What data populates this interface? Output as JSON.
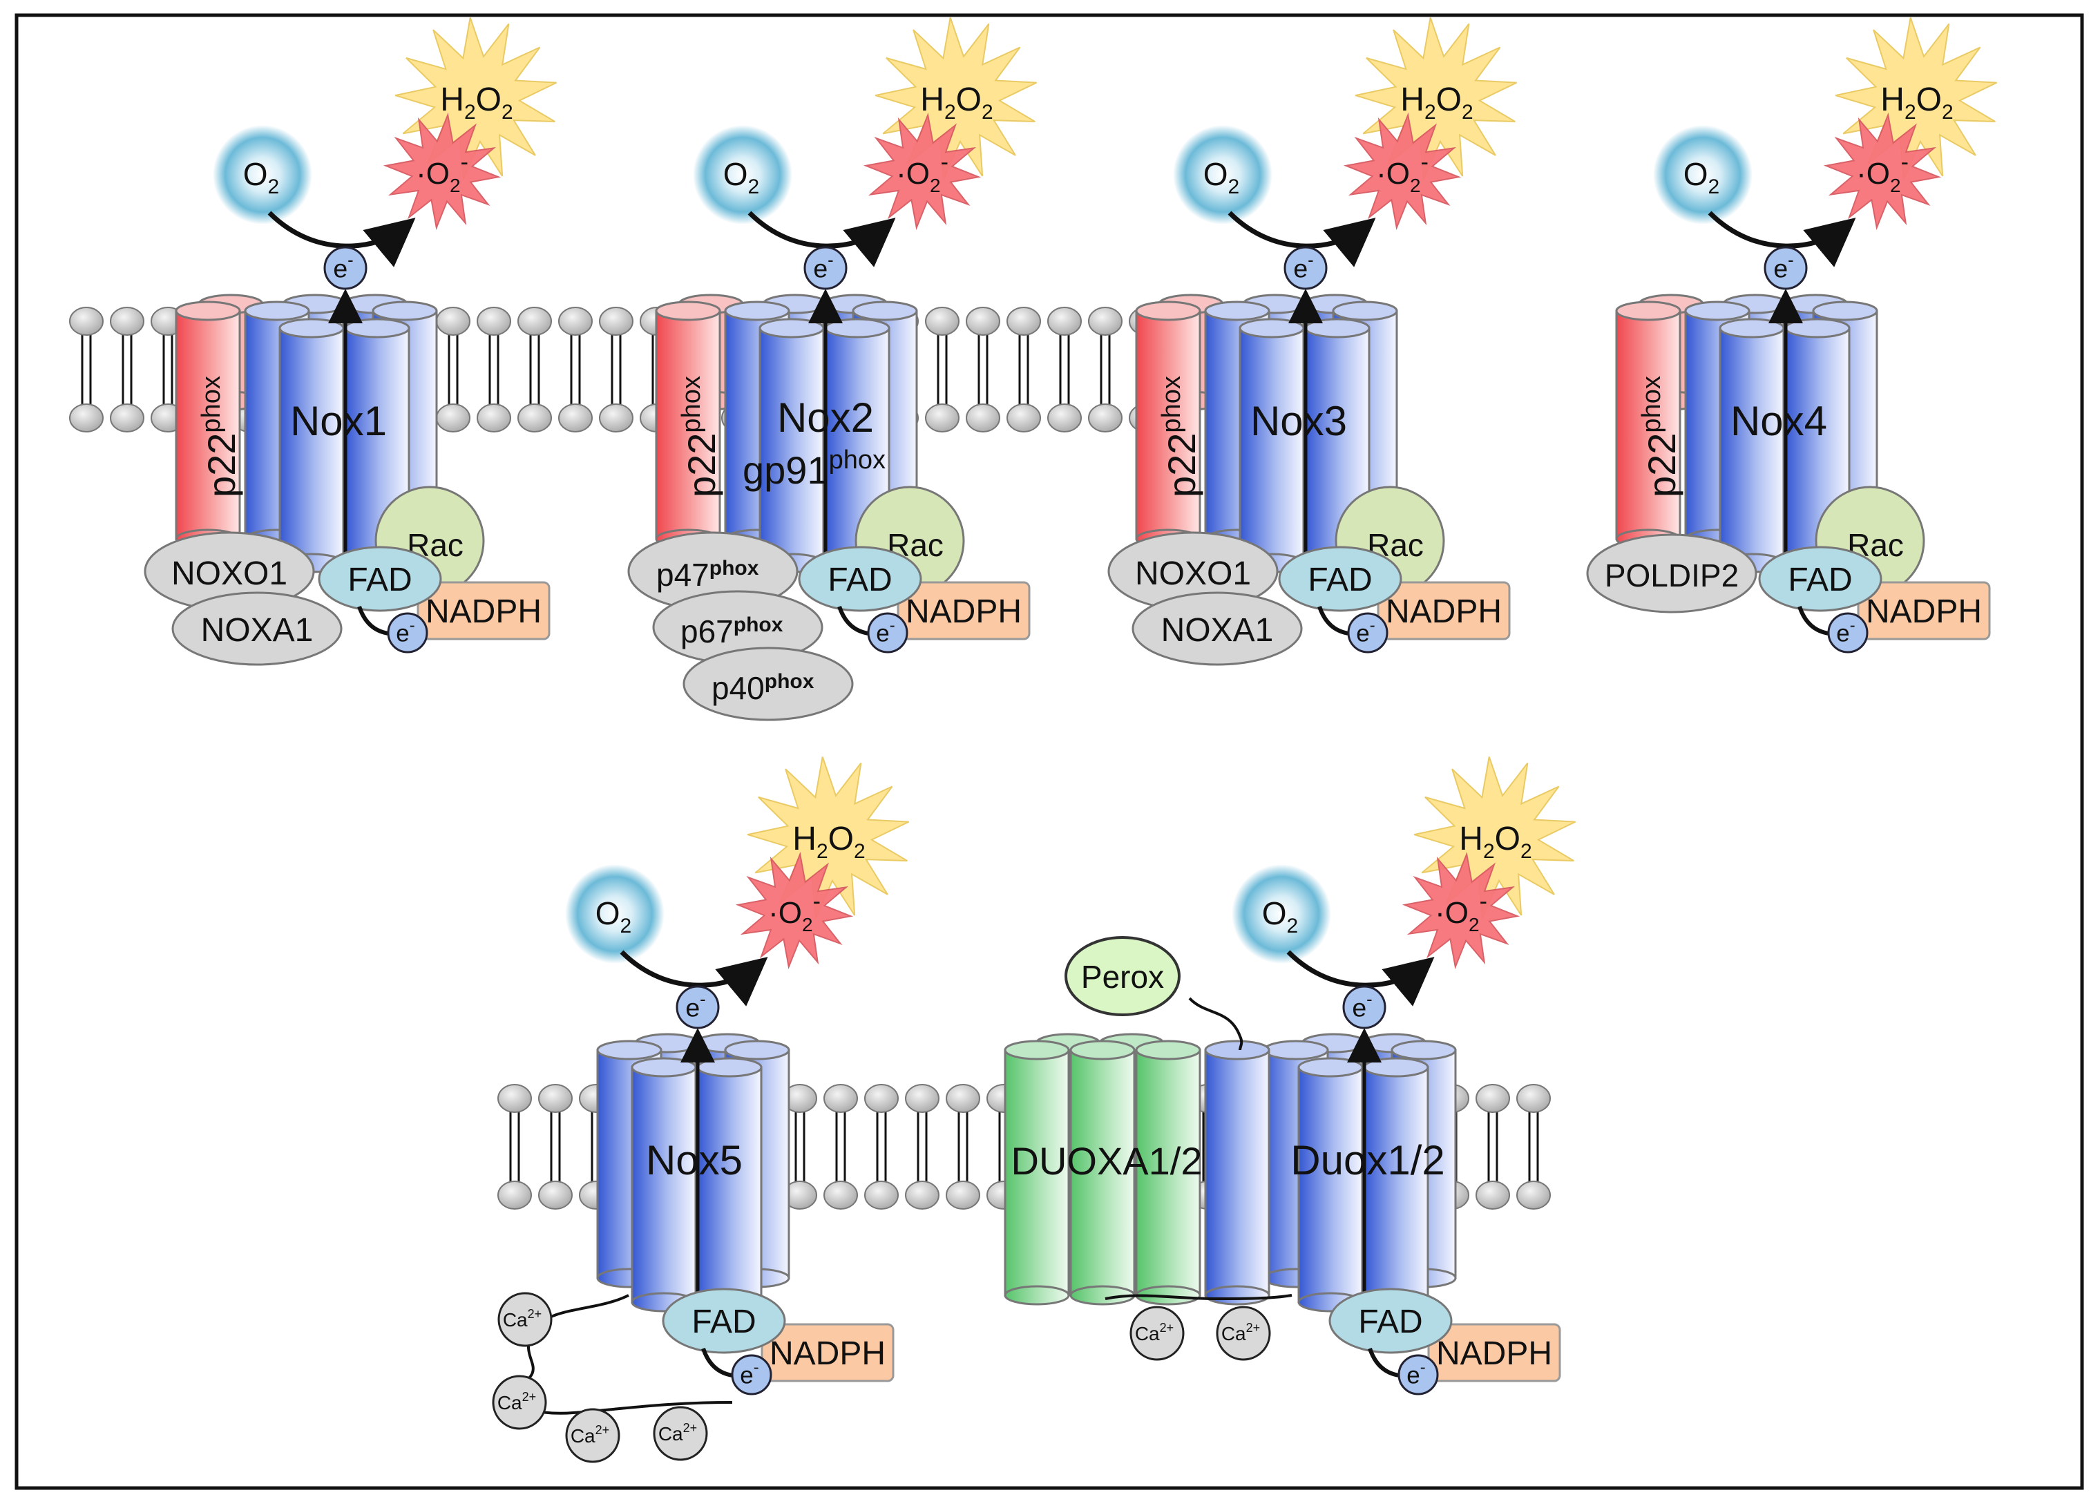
{
  "colors": {
    "nox_blue": "#3d63d8",
    "nox_blue_light": "#f2f5ff",
    "p22_red": "#f05a5a",
    "duoxa_green": "#6cc97a",
    "rac_green": "#d6e6b6",
    "fad_blue": "#b2dbe6",
    "nadph_orange": "#fbcaa4",
    "gray_protein": "#d6d6d6",
    "o2_glow": "#5fb6d6",
    "h2o2_yellow": "#ffe48e",
    "superoxide_red": "#f7737a",
    "electron_blue": "#a9c4ee"
  },
  "species": {
    "o2": {
      "main": "O",
      "sub": "2"
    },
    "superoxide": {
      "pre": "·O",
      "sub": "2",
      "sup": "-"
    },
    "h2o2": {
      "a": "H",
      "b": "O",
      "sub": "2"
    },
    "electron": {
      "main": "e",
      "sup": "-"
    }
  },
  "labels": {
    "p22": {
      "main": "p22",
      "sup": "phox"
    },
    "fad": "FAD",
    "nadph": "NADPH",
    "rac": "Rac",
    "noxo1": "NOXO1",
    "noxa1": "NOXA1",
    "poldip2": "POLDIP2",
    "p47": {
      "main": "p47",
      "sup": "phox"
    },
    "p67": {
      "main": "p67",
      "sup": "phox"
    },
    "p40": {
      "main": "p40",
      "sup": "phox"
    },
    "gp91": {
      "main": "gp91",
      "sup": "phox"
    },
    "perox": "Perox",
    "duoxa": "DUOXA1/2",
    "calcium": {
      "main": "Ca",
      "sup": "2+"
    }
  },
  "enzymes": [
    {
      "name": "Nox1"
    },
    {
      "name": "Nox2"
    },
    {
      "name": "Nox3"
    },
    {
      "name": "Nox4"
    },
    {
      "name": "Nox5"
    },
    {
      "name": "Duox1/2"
    }
  ]
}
